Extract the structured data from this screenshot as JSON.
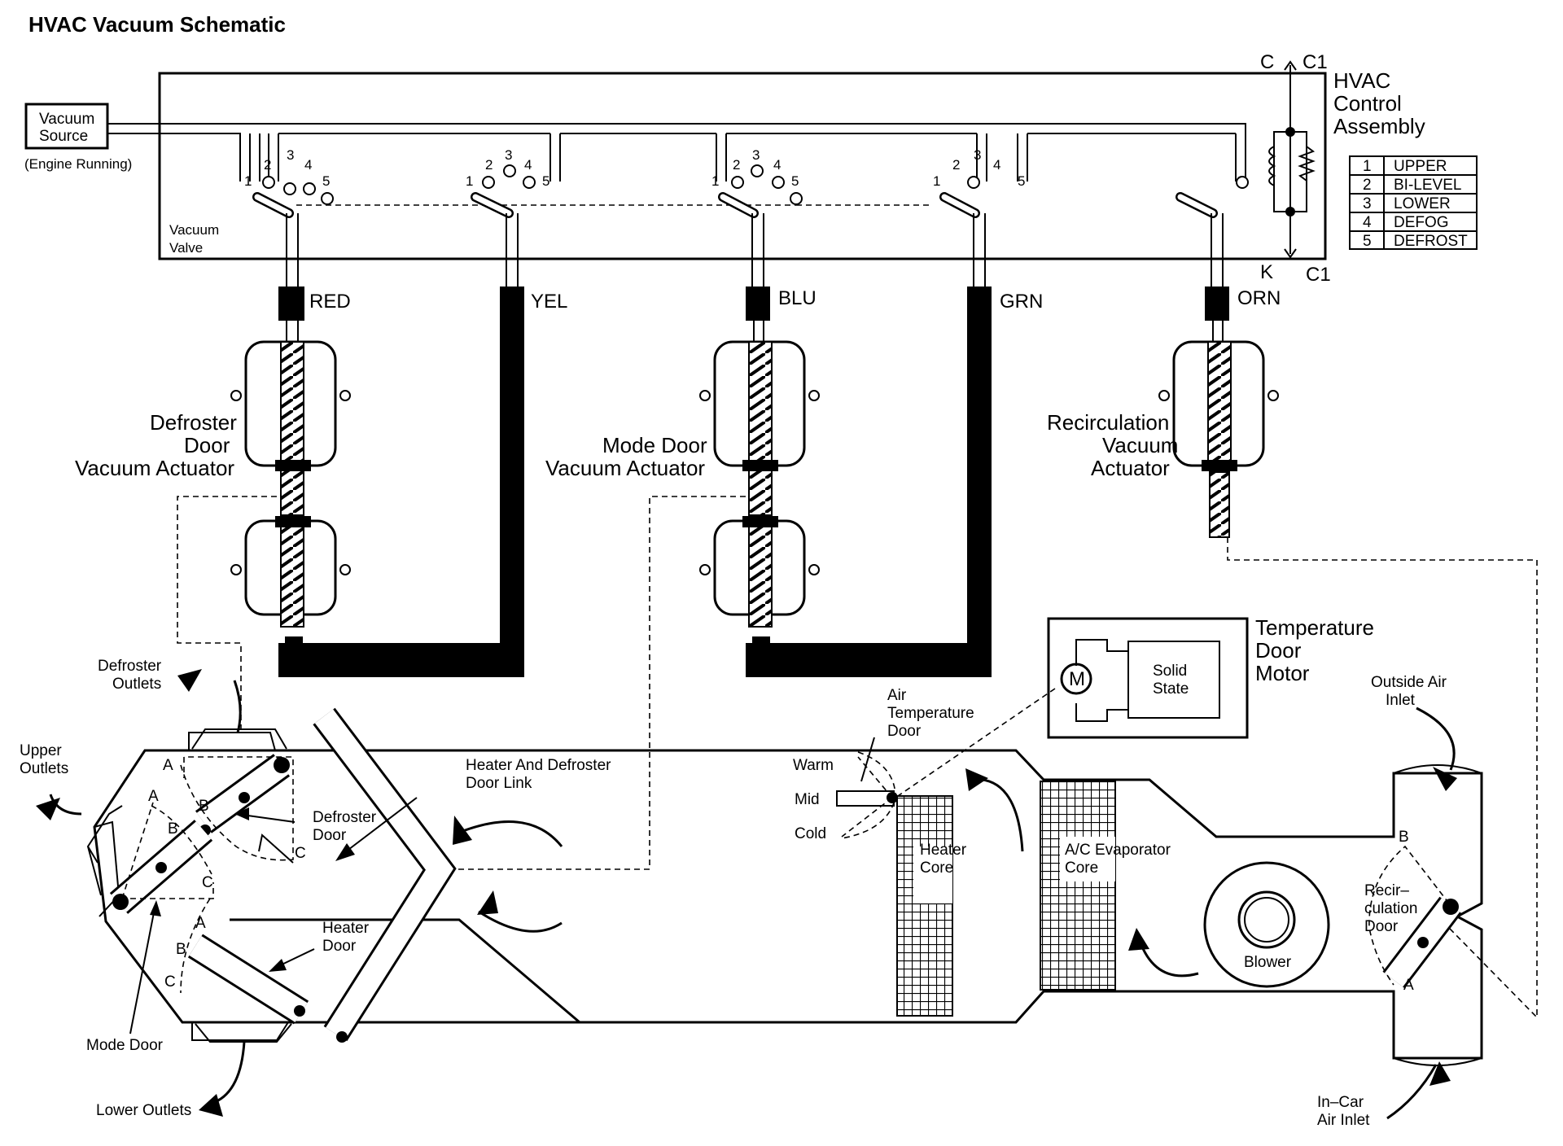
{
  "title": "HVAC Vacuum Schematic",
  "vacuum_source": {
    "line1": "Vacuum",
    "line2": "Source",
    "note": "(Engine Running)"
  },
  "vacuum_valve": {
    "line1": "Vacuum",
    "line2": "Valve"
  },
  "control_assembly": {
    "line1": "HVAC",
    "line2": "Control",
    "line3": "Assembly"
  },
  "connector": {
    "c": "C",
    "c1_top": "C1",
    "k": "K",
    "c1_bottom": "C1"
  },
  "port_numbers": [
    "1",
    "2",
    "3",
    "4",
    "5"
  ],
  "mode_table": [
    {
      "num": "1",
      "label": "UPPER"
    },
    {
      "num": "2",
      "label": "BI-LEVEL"
    },
    {
      "num": "3",
      "label": "LOWER"
    },
    {
      "num": "4",
      "label": "DEFOG"
    },
    {
      "num": "5",
      "label": "DEFROST"
    }
  ],
  "hoses": {
    "red": "RED",
    "yel": "YEL",
    "blu": "BLU",
    "grn": "GRN",
    "orn": "ORN"
  },
  "actuators": {
    "defroster": [
      "Defroster",
      "Door",
      "Vacuum Actuator"
    ],
    "mode": [
      "Mode Door",
      "Vacuum Actuator"
    ],
    "recirc": [
      "Recirculation",
      "Vacuum",
      "Actuator"
    ]
  },
  "temp_motor": {
    "line1": "Temperature",
    "line2": "Door",
    "line3": "Motor",
    "m": "M",
    "solid1": "Solid",
    "solid2": "State"
  },
  "labels": {
    "defroster_outlets": [
      "Defroster",
      "Outlets"
    ],
    "upper_outlets": [
      "Upper",
      "Outlets"
    ],
    "lower_outlets": "Lower Outlets",
    "mode_door": "Mode Door",
    "defroster_door": [
      "Defroster",
      "Door"
    ],
    "heater_door": [
      "Heater",
      "Door"
    ],
    "heater_defroster_link": [
      "Heater And Defroster",
      "Door Link"
    ],
    "air_temp_door": [
      "Air",
      "Temperature",
      "Door"
    ],
    "warm": "Warm",
    "mid": "Mid",
    "cold": "Cold",
    "heater_core": [
      "Heater",
      "Core"
    ],
    "evap_core": [
      "A/C Evaporator",
      "Core"
    ],
    "blower": "Blower",
    "recirc_door": [
      "Recir–",
      "culation",
      "Door"
    ],
    "outside_air": [
      "Outside Air",
      "Inlet"
    ],
    "incar_air": [
      "In–Car",
      "Air Inlet"
    ]
  },
  "door_positions": {
    "a": "A",
    "b": "B",
    "c": "C"
  }
}
